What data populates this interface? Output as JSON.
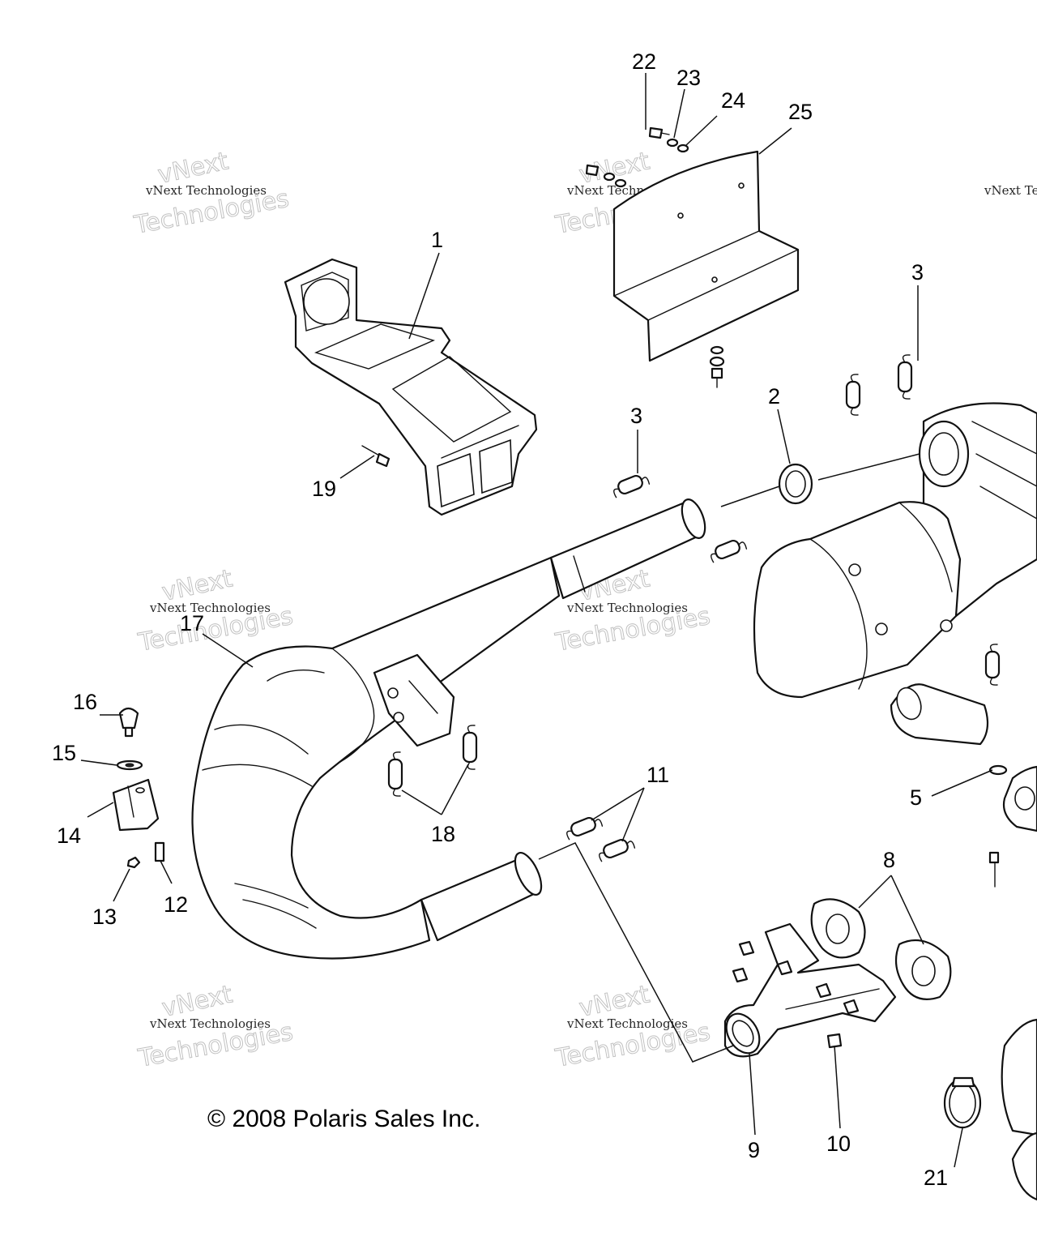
{
  "diagram": {
    "copyright": "© 2008 Polaris Sales Inc.",
    "watermark": {
      "line1": "vNext Technologies",
      "line2": "Technologies",
      "line3": "vNext"
    },
    "callouts": {
      "c1": "1",
      "c2": "2",
      "c3a": "3",
      "c3b": "3",
      "c5": "5",
      "c8": "8",
      "c9": "9",
      "c10": "10",
      "c11": "11",
      "c12": "12",
      "c13": "13",
      "c14": "14",
      "c15": "15",
      "c16": "16",
      "c17": "17",
      "c18": "18",
      "c19": "19",
      "c21": "21",
      "c22": "22",
      "c23": "23",
      "c24": "24",
      "c25": "25"
    }
  }
}
